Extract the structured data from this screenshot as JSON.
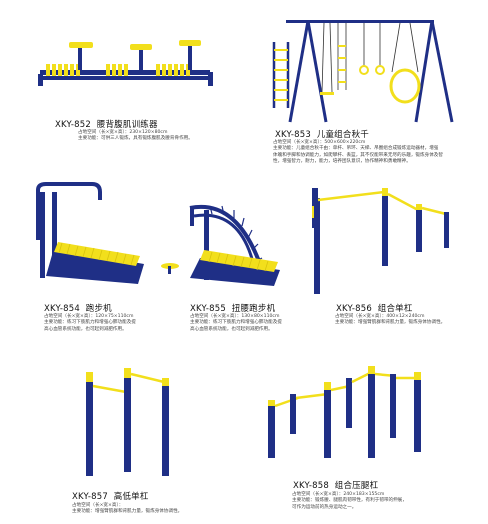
{
  "colors": {
    "blue": "#1f2f86",
    "yellow": "#f2df1c",
    "yellow_dark": "#d9c40e"
  },
  "items": [
    {
      "model": "XKY-852",
      "name": "腰背腹肌训练器",
      "lines": [
        "占地空间（长×宽×高）：230×120×80cm",
        "主要功能：可供三人锻炼，具有锻炼腹肌及腰背骨作用。"
      ]
    },
    {
      "model": "XKY-853",
      "name": "儿童组合秋千",
      "lines": [
        "占地空间（长×宽×高）：500×600×220cm",
        "主要功能：儿童组合秋千由：单杆、吊环、天梯、吊圈组合成锻炼运动器材，增强",
        "体魄和手脚和协调能力，如爬攀杆、丢篮，其不仅能带来无尽的乐趣，锻炼身体及智",
        "性，增强智力，耐力，能力，培养团队意识，协作精神和勇敢精神。"
      ]
    },
    {
      "model": "XKY-854",
      "name": "跑步机",
      "lines": [
        "占地空间（长×宽×高）：120×75×110cm",
        "主要功能：练习下肢肌力和增强心肺功能及提",
        "高心血管系统功能，也可起到减肥作用。"
      ]
    },
    {
      "model": "XKY-855",
      "name": "扭腰跑步机",
      "lines": [
        "占地空间（长×宽×高）：130×80×110cm",
        "主要功能：练习下肢肌力和增强心肺功能及提",
        "高心血管系统功能，也可起到减肥作用。"
      ]
    },
    {
      "model": "XKY-856",
      "name": "组合单杠",
      "lines": [
        "占地空间（长×宽×高）：400×12×240cm",
        "主要功能：增强臂肌群和背肌力量，锻炼身体协调性。"
      ]
    },
    {
      "model": "XKY-857",
      "name": "高低单杠",
      "lines": [
        "占地空间（长×宽×高）：",
        "主要功能：增强臂肌群和背肌力量，锻炼身体协调性。"
      ]
    },
    {
      "model": "XKY-858",
      "name": "组合压腿杠",
      "lines": [
        "占地空间（长×宽×高）：240×183×155cm",
        "主要功能：锻炼腰、腿肌肉韧带性，有利于韧带的伸展，",
        "可作为运动前的热身运动之一。"
      ]
    }
  ]
}
